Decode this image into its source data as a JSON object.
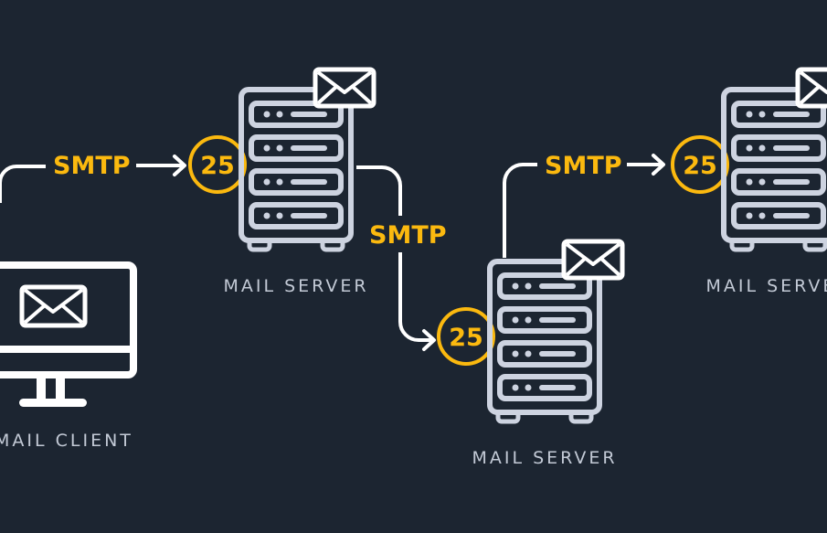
{
  "colors": {
    "background": "#1c2531",
    "server": "#cdd3e0",
    "line": "#ffffff",
    "accent": "#fbb90f",
    "label": "#c3cad6"
  },
  "nodes": {
    "client": {
      "label": "MAIL CLIENT",
      "icon": "monitor-with-envelope-icon"
    },
    "server1": {
      "label": "MAIL SERVER",
      "icon": "server-rack-icon"
    },
    "server2": {
      "label": "MAIL SERVER",
      "icon": "server-rack-icon"
    },
    "server3": {
      "label": "MAIL SERVER",
      "icon": "server-rack-icon"
    }
  },
  "connections": [
    {
      "from": "client",
      "to": "server1",
      "protocol": "SMTP",
      "port": "25"
    },
    {
      "from": "server1",
      "to": "server2",
      "protocol": "SMTP",
      "port": "25"
    },
    {
      "from": "server2",
      "to": "server3",
      "protocol": "SMTP",
      "port": "25"
    }
  ]
}
